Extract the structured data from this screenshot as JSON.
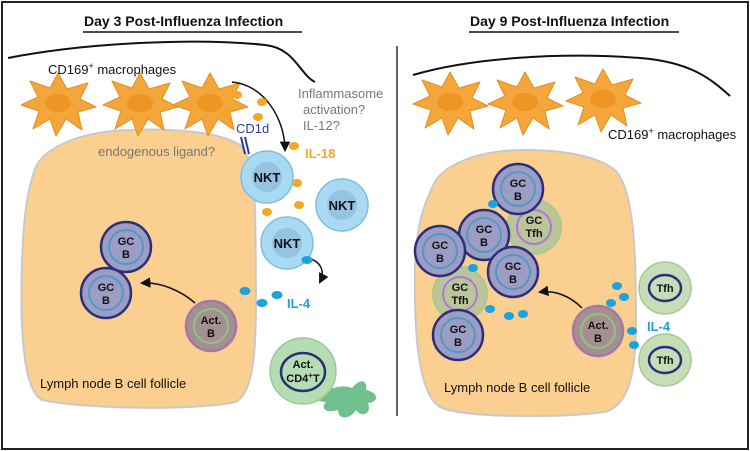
{
  "colors": {
    "macrophage": "#f4a63a",
    "macrophage_core": "#ee9524",
    "follicle": "#fbcf8f",
    "nkt": "#a9daf3",
    "il18": "#f6a623",
    "il4": "#1ba3e0",
    "act_t": "#b6dcb2",
    "tfh": "#c6deb8",
    "gc_outer": "#2b2f7a",
    "gc_inner": "#4f9ac4",
    "gc_fill": "#9c9cc4",
    "cd1d": "#2e3d96"
  },
  "left_panel": {
    "title": "Day 3  Post-Influenza Infection",
    "macrophage_label": "CD169",
    "macrophage_sup": "+",
    "macrophage_label_rest": " macrophages",
    "inflammasome_line1": "Inflammasome",
    "inflammasome_line2": "activation?",
    "inflammasome_line3": "IL-12?",
    "cd1d_label": "CD1d",
    "il18_label": "IL-18",
    "ligand_label": "endogenous ligand?",
    "nkt_label": "NKT",
    "il4_label": "IL-4",
    "gc_line1": "GC",
    "gc_line2": "B",
    "actb_line1": "Act.",
    "actb_line2": "B",
    "actt_line1": "Act.",
    "actt_line2_a": "CD4",
    "actt_line2_sup": "+",
    "actt_line2_b": "T",
    "follicle_label": "Lymph node B cell follicle"
  },
  "right_panel": {
    "title": "Day 9  Post-Influenza Infection",
    "macrophage_label": "CD169",
    "macrophage_sup": "+",
    "macrophage_label_rest": " macrophages",
    "gc_line1": "GC",
    "gc_line2": "B",
    "gctfh_line1": "GC",
    "gctfh_line2": "Tfh",
    "tfh_label": "Tfh",
    "actb_line1": "Act.",
    "actb_line2": "B",
    "il4_label": "IL-4",
    "follicle_label": "Lymph node B cell follicle"
  }
}
